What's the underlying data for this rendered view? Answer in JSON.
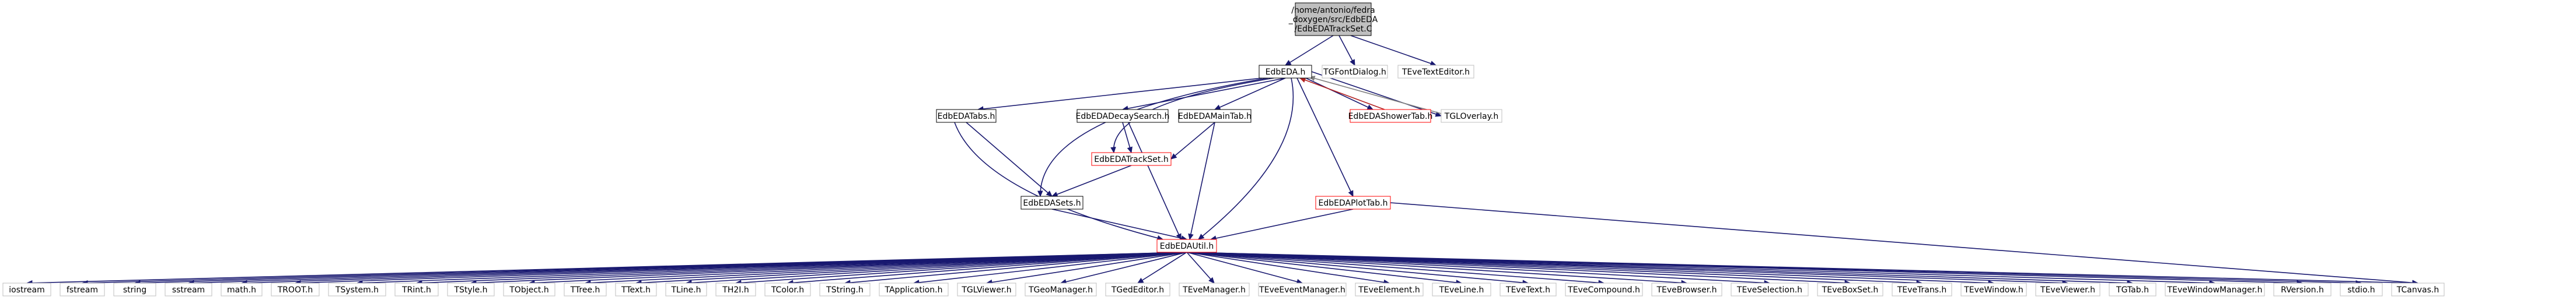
{
  "graph": {
    "colors": {
      "edge_primary": "#191970",
      "edge_red": "#b22222",
      "edge_gray": "#808080",
      "focus_fill": "#bfbfbf",
      "focus_stroke": "#000000",
      "normal_stroke": "#000000",
      "red_stroke": "#ff0000",
      "gray_stroke": "#bfbfbf",
      "node_fill": "#ffffff"
    },
    "nodes": [
      {
        "id": "root",
        "lines": [
          "/home/antonio/fedra",
          "_doxygen/src/EdbEDA",
          "/EdbEDATrackSet.C"
        ],
        "style": "focus"
      },
      {
        "id": "edbeda",
        "lines": [
          "EdbEDA.h"
        ],
        "style": "normal"
      },
      {
        "id": "tgfontdialog",
        "lines": [
          "TGFontDialog.h"
        ],
        "style": "gray"
      },
      {
        "id": "tevetexteditor",
        "lines": [
          "TEveTextEditor.h"
        ],
        "style": "gray"
      },
      {
        "id": "tabs",
        "lines": [
          "EdbEDATabs.h"
        ],
        "style": "normal"
      },
      {
        "id": "decay",
        "lines": [
          "EdbEDADecaySearch.h"
        ],
        "style": "normal"
      },
      {
        "id": "maintab",
        "lines": [
          "EdbEDAMainTab.h"
        ],
        "style": "normal"
      },
      {
        "id": "showertab",
        "lines": [
          "EdbEDAShowerTab.h"
        ],
        "style": "red"
      },
      {
        "id": "tgloverlay",
        "lines": [
          "TGLOverlay.h"
        ],
        "style": "gray"
      },
      {
        "id": "trackset",
        "lines": [
          "EdbEDATrackSet.h"
        ],
        "style": "red"
      },
      {
        "id": "sets",
        "lines": [
          "EdbEDASets.h"
        ],
        "style": "normal"
      },
      {
        "id": "plottab",
        "lines": [
          "EdbEDAPlotTab.h"
        ],
        "style": "red"
      },
      {
        "id": "util",
        "lines": [
          "EdbEDAUtil.h"
        ],
        "style": "red"
      },
      {
        "id": "l0",
        "lines": [
          "iostream"
        ],
        "style": "gray"
      },
      {
        "id": "l1",
        "lines": [
          "fstream"
        ],
        "style": "gray"
      },
      {
        "id": "l2",
        "lines": [
          "string"
        ],
        "style": "gray"
      },
      {
        "id": "l3",
        "lines": [
          "sstream"
        ],
        "style": "gray"
      },
      {
        "id": "l4",
        "lines": [
          "math.h"
        ],
        "style": "gray"
      },
      {
        "id": "l5",
        "lines": [
          "TROOT.h"
        ],
        "style": "gray"
      },
      {
        "id": "l6",
        "lines": [
          "TSystem.h"
        ],
        "style": "gray"
      },
      {
        "id": "l7",
        "lines": [
          "TRint.h"
        ],
        "style": "gray"
      },
      {
        "id": "l8",
        "lines": [
          "TStyle.h"
        ],
        "style": "gray"
      },
      {
        "id": "l9",
        "lines": [
          "TObject.h"
        ],
        "style": "gray"
      },
      {
        "id": "l10",
        "lines": [
          "TTree.h"
        ],
        "style": "gray"
      },
      {
        "id": "l11",
        "lines": [
          "TText.h"
        ],
        "style": "gray"
      },
      {
        "id": "l12",
        "lines": [
          "TLine.h"
        ],
        "style": "gray"
      },
      {
        "id": "l13",
        "lines": [
          "TH2I.h"
        ],
        "style": "gray"
      },
      {
        "id": "l14",
        "lines": [
          "TColor.h"
        ],
        "style": "gray"
      },
      {
        "id": "l15",
        "lines": [
          "TString.h"
        ],
        "style": "gray"
      },
      {
        "id": "l16",
        "lines": [
          "TApplication.h"
        ],
        "style": "gray"
      },
      {
        "id": "l17",
        "lines": [
          "TGLViewer.h"
        ],
        "style": "gray"
      },
      {
        "id": "l18",
        "lines": [
          "TGeoManager.h"
        ],
        "style": "gray"
      },
      {
        "id": "l19",
        "lines": [
          "TGedEditor.h"
        ],
        "style": "gray"
      },
      {
        "id": "l20",
        "lines": [
          "TEveManager.h"
        ],
        "style": "gray"
      },
      {
        "id": "l21",
        "lines": [
          "TEveEventManager.h"
        ],
        "style": "gray"
      },
      {
        "id": "l22",
        "lines": [
          "TEveElement.h"
        ],
        "style": "gray"
      },
      {
        "id": "l23",
        "lines": [
          "TEveLine.h"
        ],
        "style": "gray"
      },
      {
        "id": "l24",
        "lines": [
          "TEveText.h"
        ],
        "style": "gray"
      },
      {
        "id": "l25",
        "lines": [
          "TEveCompound.h"
        ],
        "style": "gray"
      },
      {
        "id": "l26",
        "lines": [
          "TEveBrowser.h"
        ],
        "style": "gray"
      },
      {
        "id": "l27",
        "lines": [
          "TEveSelection.h"
        ],
        "style": "gray"
      },
      {
        "id": "l28",
        "lines": [
          "TEveBoxSet.h"
        ],
        "style": "gray"
      },
      {
        "id": "l29",
        "lines": [
          "TEveTrans.h"
        ],
        "style": "gray"
      },
      {
        "id": "l30",
        "lines": [
          "TEveWindow.h"
        ],
        "style": "gray"
      },
      {
        "id": "l31",
        "lines": [
          "TEveViewer.h"
        ],
        "style": "gray"
      },
      {
        "id": "l32",
        "lines": [
          "TGTab.h"
        ],
        "style": "gray"
      },
      {
        "id": "l33",
        "lines": [
          "TEveWindowManager.h"
        ],
        "style": "gray"
      },
      {
        "id": "l34",
        "lines": [
          "RVersion.h"
        ],
        "style": "gray"
      },
      {
        "id": "l35",
        "lines": [
          "stdio.h"
        ],
        "style": "gray"
      },
      {
        "id": "l36",
        "lines": [
          "TCanvas.h"
        ],
        "style": "gray"
      }
    ],
    "edges": [
      {
        "from": "root",
        "to": "edbeda",
        "color": "primary"
      },
      {
        "from": "root",
        "to": "tgfontdialog",
        "color": "primary"
      },
      {
        "from": "root",
        "to": "tevetexteditor",
        "color": "primary"
      },
      {
        "from": "edbeda",
        "to": "tabs",
        "color": "primary"
      },
      {
        "from": "edbeda",
        "to": "decay",
        "color": "primary"
      },
      {
        "from": "edbeda",
        "to": "maintab",
        "color": "primary"
      },
      {
        "from": "edbeda",
        "to": "showertab",
        "color": "primary"
      },
      {
        "from": "edbeda",
        "to": "tgloverlay",
        "color": "primary"
      },
      {
        "from": "edbeda",
        "to": "trackset",
        "color": "primary"
      },
      {
        "from": "edbeda",
        "to": "sets",
        "color": "primary"
      },
      {
        "from": "edbeda",
        "to": "plottab",
        "color": "primary"
      },
      {
        "from": "edbeda",
        "to": "util",
        "color": "primary"
      },
      {
        "from": "showertab",
        "to": "edbeda",
        "color": "red"
      },
      {
        "from": "tgloverlay",
        "to": "edbeda",
        "color": "gray"
      },
      {
        "from": "tabs",
        "to": "sets",
        "color": "primary"
      },
      {
        "from": "tabs",
        "to": "util",
        "color": "primary"
      },
      {
        "from": "decay",
        "to": "trackset",
        "color": "primary"
      },
      {
        "from": "decay",
        "to": "util",
        "color": "primary"
      },
      {
        "from": "maintab",
        "to": "trackset",
        "color": "primary"
      },
      {
        "from": "maintab",
        "to": "util",
        "color": "primary"
      },
      {
        "from": "trackset",
        "to": "sets",
        "color": "primary"
      },
      {
        "from": "sets",
        "to": "util",
        "color": "primary"
      },
      {
        "from": "plottab",
        "to": "util",
        "color": "primary"
      },
      {
        "from": "plottab",
        "to": "l36",
        "color": "primary"
      },
      {
        "from": "util",
        "to": "l0",
        "color": "primary"
      },
      {
        "from": "util",
        "to": "l1",
        "color": "primary"
      },
      {
        "from": "util",
        "to": "l2",
        "color": "primary"
      },
      {
        "from": "util",
        "to": "l3",
        "color": "primary"
      },
      {
        "from": "util",
        "to": "l4",
        "color": "primary"
      },
      {
        "from": "util",
        "to": "l5",
        "color": "primary"
      },
      {
        "from": "util",
        "to": "l6",
        "color": "primary"
      },
      {
        "from": "util",
        "to": "l7",
        "color": "primary"
      },
      {
        "from": "util",
        "to": "l8",
        "color": "primary"
      },
      {
        "from": "util",
        "to": "l9",
        "color": "primary"
      },
      {
        "from": "util",
        "to": "l10",
        "color": "primary"
      },
      {
        "from": "util",
        "to": "l11",
        "color": "primary"
      },
      {
        "from": "util",
        "to": "l12",
        "color": "primary"
      },
      {
        "from": "util",
        "to": "l13",
        "color": "primary"
      },
      {
        "from": "util",
        "to": "l14",
        "color": "primary"
      },
      {
        "from": "util",
        "to": "l15",
        "color": "primary"
      },
      {
        "from": "util",
        "to": "l16",
        "color": "primary"
      },
      {
        "from": "util",
        "to": "l17",
        "color": "primary"
      },
      {
        "from": "util",
        "to": "l18",
        "color": "primary"
      },
      {
        "from": "util",
        "to": "l19",
        "color": "primary"
      },
      {
        "from": "util",
        "to": "l20",
        "color": "primary"
      },
      {
        "from": "util",
        "to": "l21",
        "color": "primary"
      },
      {
        "from": "util",
        "to": "l22",
        "color": "primary"
      },
      {
        "from": "util",
        "to": "l23",
        "color": "primary"
      },
      {
        "from": "util",
        "to": "l24",
        "color": "primary"
      },
      {
        "from": "util",
        "to": "l25",
        "color": "primary"
      },
      {
        "from": "util",
        "to": "l26",
        "color": "primary"
      },
      {
        "from": "util",
        "to": "l27",
        "color": "primary"
      },
      {
        "from": "util",
        "to": "l28",
        "color": "primary"
      },
      {
        "from": "util",
        "to": "l29",
        "color": "primary"
      },
      {
        "from": "util",
        "to": "l30",
        "color": "primary"
      },
      {
        "from": "util",
        "to": "l31",
        "color": "primary"
      },
      {
        "from": "util",
        "to": "l32",
        "color": "primary"
      },
      {
        "from": "util",
        "to": "l33",
        "color": "primary"
      },
      {
        "from": "util",
        "to": "l34",
        "color": "primary"
      },
      {
        "from": "util",
        "to": "l35",
        "color": "primary"
      },
      {
        "from": "util",
        "to": "l36",
        "color": "primary"
      }
    ]
  }
}
